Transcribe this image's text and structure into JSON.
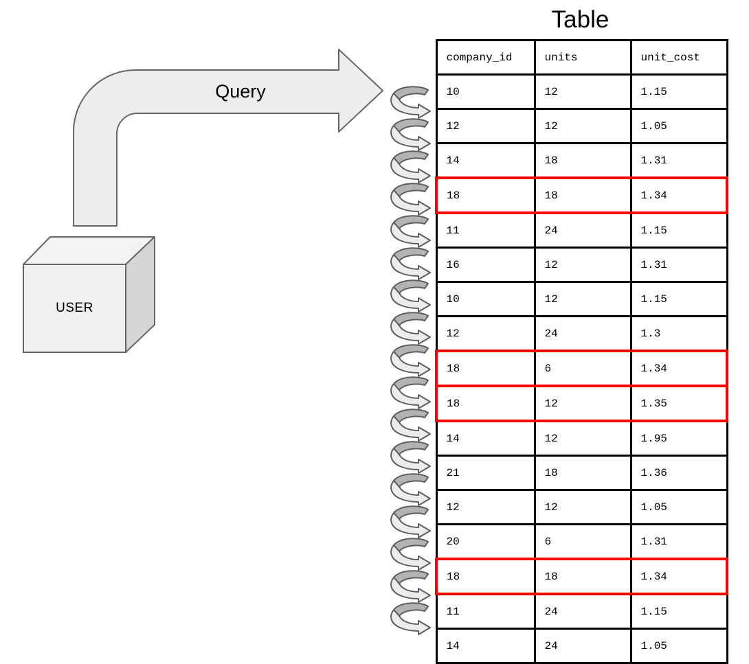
{
  "diagram": {
    "user_box_label": "USER",
    "query_arrow_label": "Query"
  },
  "table": {
    "title": "Table",
    "columns": [
      "company_id",
      "units",
      "unit_cost"
    ],
    "rows": [
      {
        "cells": [
          "10",
          "12",
          "1.15"
        ],
        "highlighted": false
      },
      {
        "cells": [
          "12",
          "12",
          "1.05"
        ],
        "highlighted": false
      },
      {
        "cells": [
          "14",
          "18",
          "1.31"
        ],
        "highlighted": false
      },
      {
        "cells": [
          "18",
          "18",
          "1.34"
        ],
        "highlighted": true
      },
      {
        "cells": [
          "11",
          "24",
          "1.15"
        ],
        "highlighted": false
      },
      {
        "cells": [
          "16",
          "12",
          "1.31"
        ],
        "highlighted": false
      },
      {
        "cells": [
          "10",
          "12",
          "1.15"
        ],
        "highlighted": false
      },
      {
        "cells": [
          "12",
          "24",
          "1.3"
        ],
        "highlighted": false
      },
      {
        "cells": [
          "18",
          "6",
          "1.34"
        ],
        "highlighted": true
      },
      {
        "cells": [
          "18",
          "12",
          "1.35"
        ],
        "highlighted": true
      },
      {
        "cells": [
          "14",
          "12",
          "1.95"
        ],
        "highlighted": false
      },
      {
        "cells": [
          "21",
          "18",
          "1.36"
        ],
        "highlighted": false
      },
      {
        "cells": [
          "12",
          "12",
          "1.05"
        ],
        "highlighted": false
      },
      {
        "cells": [
          "20",
          "6",
          "1.31"
        ],
        "highlighted": false
      },
      {
        "cells": [
          "18",
          "18",
          "1.34"
        ],
        "highlighted": true
      },
      {
        "cells": [
          "11",
          "24",
          "1.15"
        ],
        "highlighted": false
      },
      {
        "cells": [
          "14",
          "24",
          "1.05"
        ],
        "highlighted": false
      }
    ]
  },
  "colors": {
    "arrow_fill": "#ededed",
    "arrow_stroke": "#666666",
    "box_front": "#efefef",
    "box_top": "#f3f3f3",
    "box_side": "#d5d5d5",
    "box_stroke": "#666666",
    "loop_dark": "#b3b3b3",
    "loop_light": "#ececec",
    "loop_stroke": "#5e5e5e",
    "highlight": "#ff0000",
    "table_border": "#000000"
  }
}
